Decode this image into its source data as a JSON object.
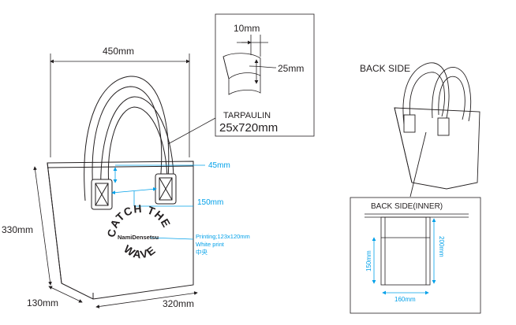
{
  "main": {
    "dimensions": {
      "width_top": "450mm",
      "height": "330mm",
      "depth": "130mm",
      "width_bottom": "320mm"
    },
    "handle_detail": {
      "strap_thickness": "10mm",
      "strap_width": "25mm",
      "material": "TARPAULIN",
      "size": "25x720mm"
    },
    "placement": {
      "handle_offset": "45mm",
      "handle_spacing": "150mm"
    },
    "printing": {
      "logo_text_arc": "CATCH THE WAVE",
      "logo_center": "NamiDensetsu",
      "lines": [
        "Printing;123x120mm",
        "White print",
        "中央"
      ]
    }
  },
  "back_side": {
    "title": "BACK SIDE",
    "inner_title": "BACK SIDE(INNER)",
    "dims": {
      "height_200": "200mm",
      "height_150": "150mm",
      "width_160": "160mm"
    }
  },
  "colors": {
    "outline": "#231f20",
    "accent": "#00a0e9",
    "logo_fill": "#231f20"
  }
}
